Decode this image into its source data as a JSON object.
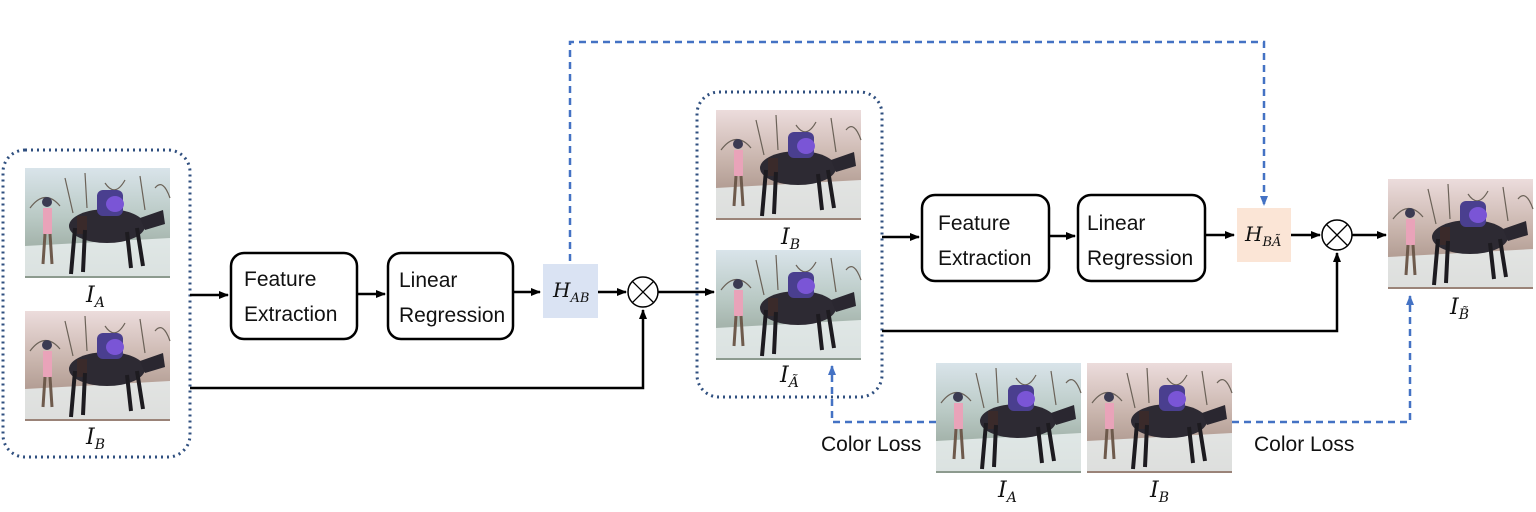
{
  "modules": {
    "feature_extraction": {
      "line1": "Feature",
      "line2": "Extraction"
    },
    "linear_regression": {
      "line1": "Linear",
      "line2": "Regression"
    }
  },
  "homography": {
    "h_ab": {
      "main": "H",
      "sub": "AB",
      "fill": "#dae3f3"
    },
    "h_b_atilde": {
      "main": "H",
      "sub": "BÃ",
      "fill": "#fbe5d6"
    }
  },
  "images": {
    "i_a": {
      "main": "I",
      "sub": "A"
    },
    "i_b": {
      "main": "I",
      "sub": "B"
    },
    "i_a_tilde": {
      "main": "I",
      "sub": "Ã"
    },
    "i_b_tilde": {
      "main": "I",
      "sub": "B̃"
    }
  },
  "losses": {
    "color_loss": "Color Loss"
  },
  "colors": {
    "flow": "#000000",
    "supervision": "#4472c4",
    "group_border": "#2f4f7f"
  }
}
